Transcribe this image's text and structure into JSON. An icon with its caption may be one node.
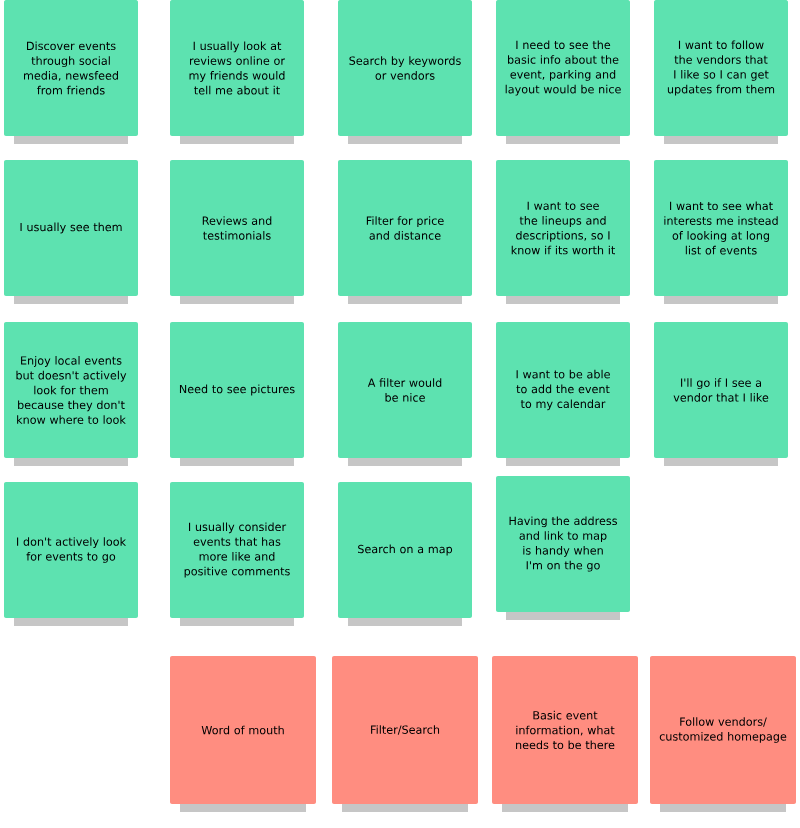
{
  "diagram": {
    "nodes": [
      {
        "text": [
          "Discover events through social media, newsfeed from friends"
        ]
      },
      {
        "text": [
          "I usually look at reviews online or my friends would tell me about it"
        ]
      },
      {
        "text": [
          "Search by keywords or vendors"
        ]
      },
      {
        "text": [
          "I need to see the basic info about the event, parking and layout would be nice"
        ]
      },
      {
        "text": [
          "I want to follow the vendors that I like so I can get updates from them"
        ]
      },
      {
        "text": [
          "I usually see them"
        ]
      },
      {
        "text": [
          "Reviews and testimonials"
        ]
      },
      {
        "text": [
          "Filter for price and distance"
        ]
      },
      {
        "text": [
          "I want to see the lineups and descriptions, so I know if its worth it"
        ]
      },
      {
        "text": [
          "I want to see what interests me instead of looking at long list of events"
        ]
      },
      {
        "text": [
          "Enjoy local events but doesn't actively look for them because they don't know where to look"
        ]
      },
      {
        "text": [
          "Need to see pictures"
        ]
      },
      {
        "text": [
          "A filter would be nice"
        ]
      },
      {
        "text": [
          "I want to be able to add the event to my calendar"
        ]
      },
      {
        "text": [
          "I'll go if I see a vendor that I like"
        ]
      },
      {
        "text": [
          "I don't actively look for events to go"
        ]
      },
      {
        "text": [
          "I usually consider events that has more like and positive comments"
        ]
      },
      {
        "text": [
          "Search on a map"
        ]
      },
      {
        "text": [
          "Having the address and link to map is handy when I'm on the go"
        ]
      },
      {
        "text": [
          "Word of mouth"
        ]
      },
      {
        "text": [
          "Filter/Search"
        ]
      },
      {
        "text": [
          "Basic event information, what needs to be there"
        ]
      },
      {
        "text": [
          "Follow vendors/ customized homepage"
        ]
      }
    ]
  }
}
